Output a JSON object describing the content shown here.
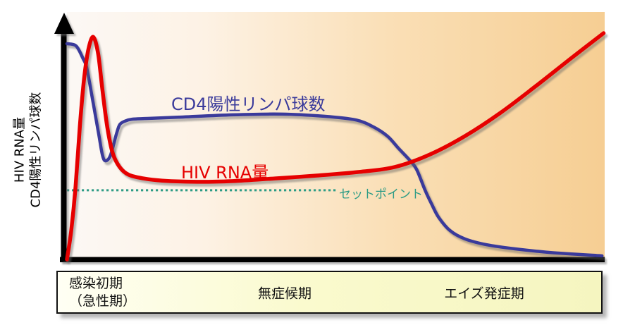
{
  "y_axis": {
    "line1": "HIV RNA量",
    "line2": "CD4陽性リンパ球数"
  },
  "labels": {
    "cd4_curve": "CD4陽性リンパ球数",
    "hiv_curve": "HIV RNA量",
    "setpoint": "セットポイント"
  },
  "phases": [
    {
      "line1": "感染初期",
      "line2": "（急性期）"
    },
    {
      "label": "無症候期"
    },
    {
      "label": "エイズ発症期"
    }
  ],
  "colors": {
    "cd4_curve": "#3A3A9B",
    "hiv_curve": "#E60000",
    "setpoint": "#2E9C86",
    "axis": "#000000",
    "plot_gradient_left": "#FCF8F5",
    "plot_gradient_right": "#F6CE93",
    "phase_bar_fill": "#F8F8C8"
  },
  "chart_data": {
    "type": "line",
    "title": "",
    "xlabel": "",
    "ylabel": "HIV RNA量 / CD4陽性リンパ球数",
    "x_range": [
      0,
      100
    ],
    "y_range": [
      0,
      100
    ],
    "grid": false,
    "legend_position": "inline-labels",
    "phases": [
      "感染初期（急性期）",
      "無症候期",
      "エイズ発症期"
    ],
    "series": [
      {
        "name": "CD4陽性リンパ球数",
        "color": "#3A3A9B",
        "x": [
          0,
          1.7,
          3.0,
          3.7,
          4.9,
          5.9,
          6.6,
          7.2,
          8.1,
          9.2,
          9.8,
          10.7,
          12.1,
          15.0,
          21.6,
          30.8,
          40.0,
          47.8,
          53.7,
          57.0,
          59.6,
          61.6,
          63.6,
          65.0,
          66.6,
          67.8,
          69.1,
          71.2,
          74.0,
          78.0,
          83.2,
          89.8,
          99.5
        ],
        "y": [
          89.2,
          88.3,
          83.0,
          79.0,
          64.4,
          51.9,
          43.1,
          40.8,
          43.1,
          51.9,
          55.7,
          57.1,
          58.0,
          58.3,
          58.9,
          59.8,
          60.1,
          59.2,
          57.7,
          54.8,
          51.0,
          46.1,
          41.4,
          37.3,
          28.6,
          23.0,
          17.5,
          12.0,
          8.5,
          6.1,
          4.4,
          2.9,
          1.5
        ]
      },
      {
        "name": "HIV RNA量",
        "color": "#E60000",
        "x": [
          0,
          0.8,
          1.6,
          2.4,
          3.2,
          4.0,
          4.9,
          5.8,
          6.6,
          7.5,
          8.5,
          9.8,
          11.5,
          14.2,
          17.7,
          24.2,
          30.8,
          38.7,
          46.5,
          54.4,
          60.9,
          67.5,
          74.0,
          80.6,
          87.2,
          93.7,
          99.8
        ],
        "y": [
          0,
          12,
          30,
          55,
          75,
          87,
          92,
          85,
          70,
          54.8,
          44.0,
          38.2,
          35.0,
          33.5,
          32.6,
          32.1,
          32.4,
          33.5,
          34.7,
          36.2,
          38.2,
          43.4,
          51.0,
          60.6,
          71.7,
          83.1,
          93.6
        ]
      }
    ],
    "annotations": [
      {
        "type": "dotted-line",
        "label": "セットポイント",
        "color": "#2E9C86",
        "y": 28.6,
        "x_start": 0,
        "x_end": 50.2
      }
    ]
  }
}
